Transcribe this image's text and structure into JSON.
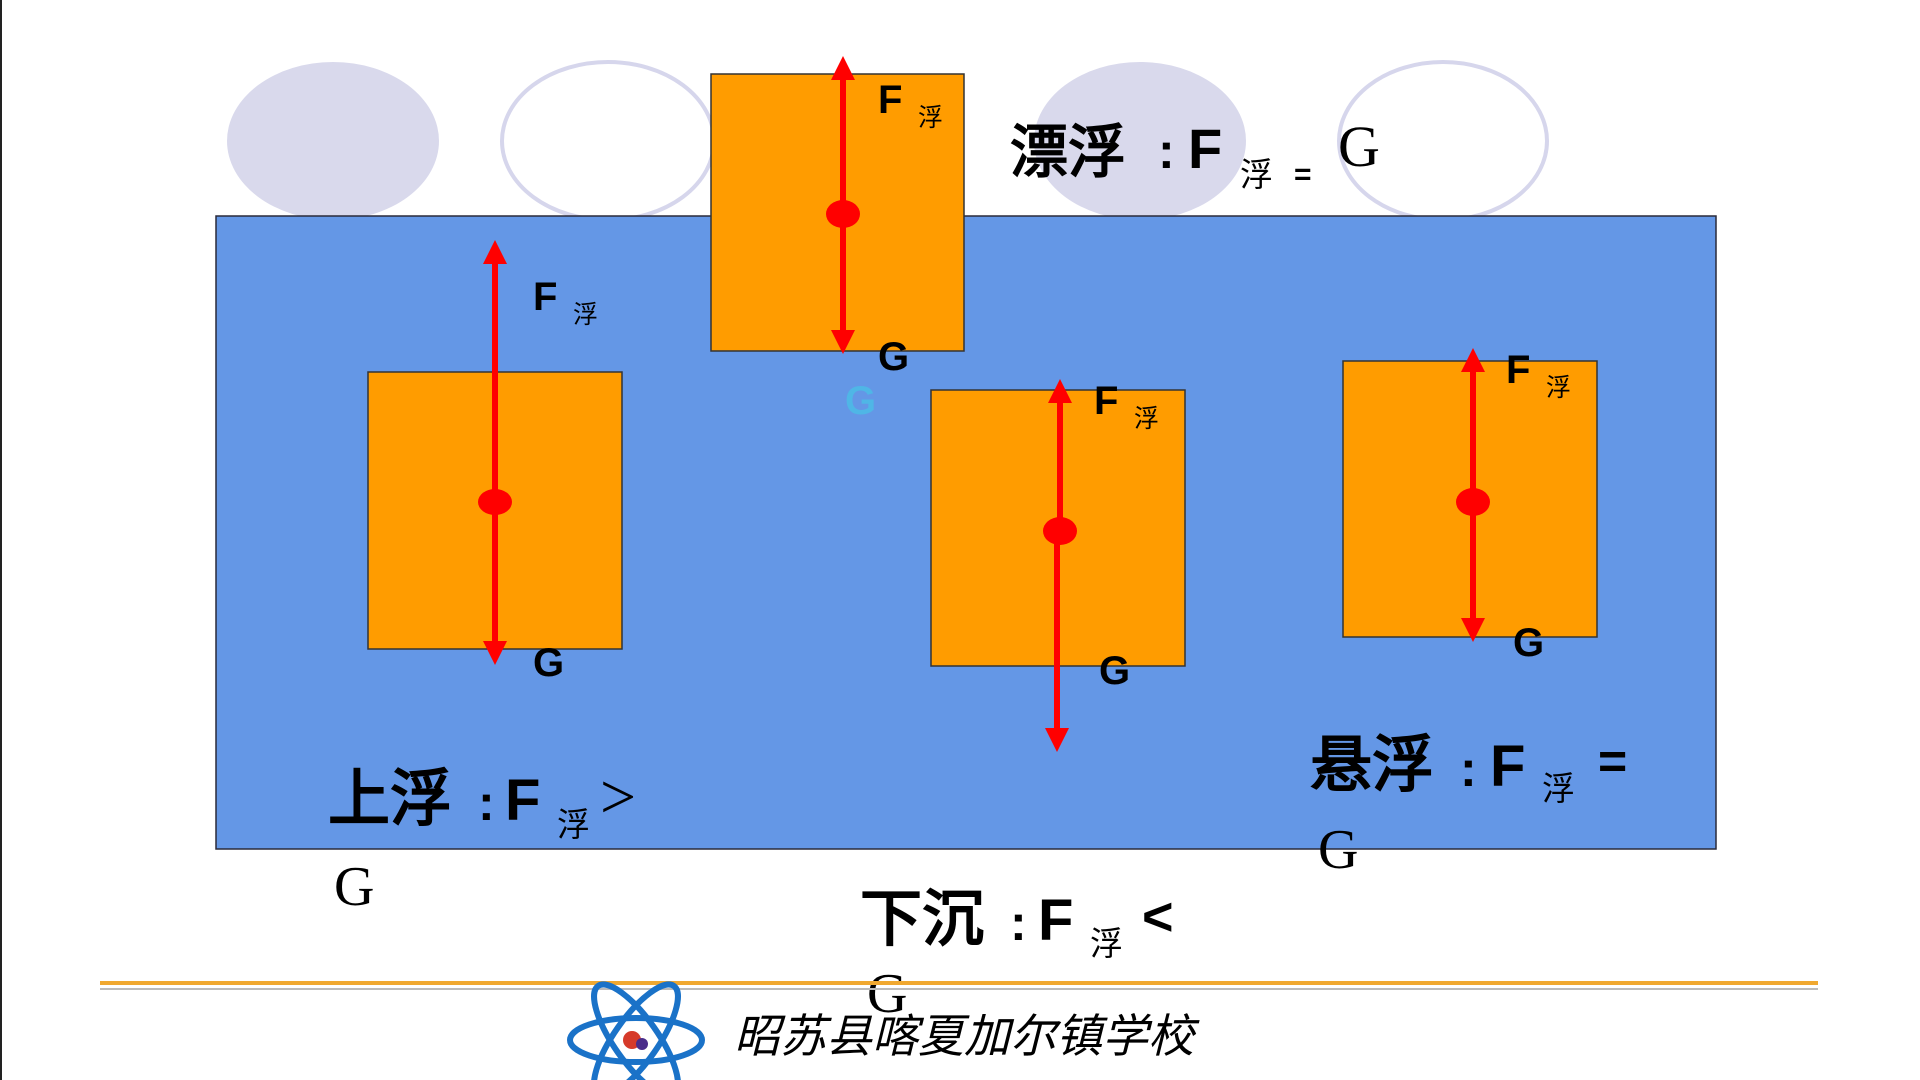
{
  "colors": {
    "water": "#6497e6",
    "block": "#ff9c00",
    "arrow": "#ff0000",
    "ellipse_fill": "#d9d9ec",
    "ellipse_stroke": "#d6d6ec",
    "footer_line": "#f0a830",
    "ghost_g": "#4fb6e6",
    "logo": "#1a72c8"
  },
  "icons": {
    "logo": "atom-logo-icon"
  },
  "force_labels": {
    "buoyancy_main": "F",
    "buoyancy_sub": "浮",
    "gravity": "G",
    "ghost_gravity": "G"
  },
  "states": {
    "floating": {
      "name": "漂浮",
      "colon": ":",
      "F": "F",
      "sub": "浮",
      "relation": "=",
      "G": "G"
    },
    "rising": {
      "name": "上浮",
      "colon": ":",
      "F": "F",
      "sub": "浮",
      "relation": ">",
      "G": "G"
    },
    "sinking": {
      "name": "下沉",
      "colon": ":",
      "F": "F",
      "sub": "浮",
      "relation": "<",
      "G": "G"
    },
    "suspended": {
      "name": "悬浮",
      "colon": ":",
      "F": "F",
      "sub": "浮",
      "relation": "=",
      "G": "G"
    }
  },
  "footer": {
    "school_name": "昭苏县喀夏加尔镇学校"
  }
}
